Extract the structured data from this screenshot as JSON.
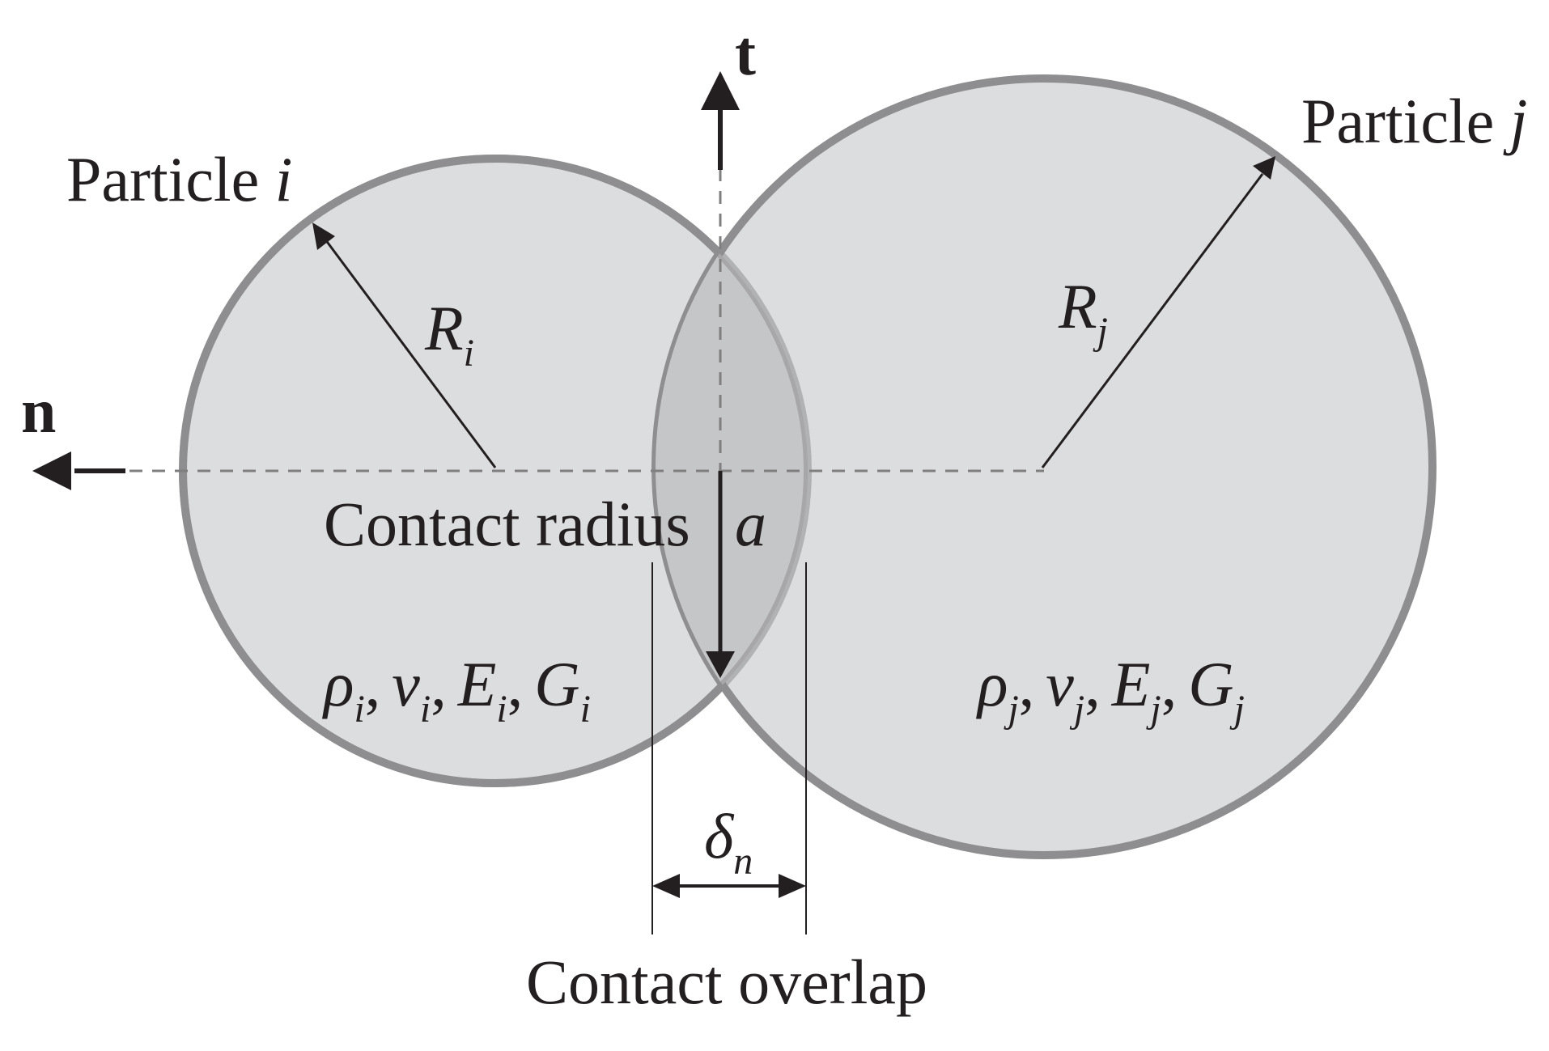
{
  "particle_i": {
    "title_word": "Particle",
    "title_symbol": "i",
    "radius_symbol": "R",
    "radius_subscript": "i",
    "props": [
      {
        "symbol": "ρ",
        "subscript": "i",
        "sep": ","
      },
      {
        "symbol": "v",
        "subscript": "i",
        "sep": ","
      },
      {
        "symbol": "E",
        "subscript": "i",
        "sep": ","
      },
      {
        "symbol": "G",
        "subscript": "i",
        "sep": ""
      }
    ]
  },
  "particle_j": {
    "title_word": "Particle",
    "title_symbol": "j",
    "radius_symbol": "R",
    "radius_subscript": "j",
    "props": [
      {
        "symbol": "ρ",
        "subscript": "j",
        "sep": ","
      },
      {
        "symbol": "v",
        "subscript": "j",
        "sep": ","
      },
      {
        "symbol": "E",
        "subscript": "j",
        "sep": ","
      },
      {
        "symbol": "G",
        "subscript": "j",
        "sep": ""
      }
    ]
  },
  "axes": {
    "normal_label": "n",
    "tangent_label": "t"
  },
  "contact_radius": {
    "text": "Contact radius",
    "symbol": "a"
  },
  "overlap": {
    "symbol": "δ",
    "subscript": "n",
    "caption": "Contact overlap"
  },
  "colors": {
    "circle_fill": "#dcdddf",
    "circle_stroke": "#8e8e90",
    "overlap_fill": "#c5c6c8",
    "line": "#231f20",
    "dashed": "#7f7f80"
  }
}
